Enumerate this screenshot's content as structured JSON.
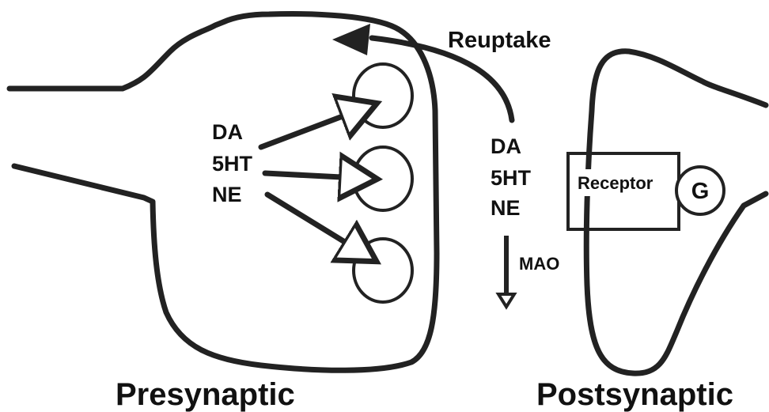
{
  "neurotransmitters_presynaptic": [
    "DA",
    "5HT",
    "NE"
  ],
  "neurotransmitters_cleft": [
    "DA",
    "5HT",
    "NE"
  ],
  "reuptake_label": "Reuptake",
  "mao_label": "MAO",
  "receptor_label": "Receptor",
  "g_protein_label": "G",
  "presynaptic_label": "Presynaptic",
  "postsynaptic_label": "Postsynaptic"
}
